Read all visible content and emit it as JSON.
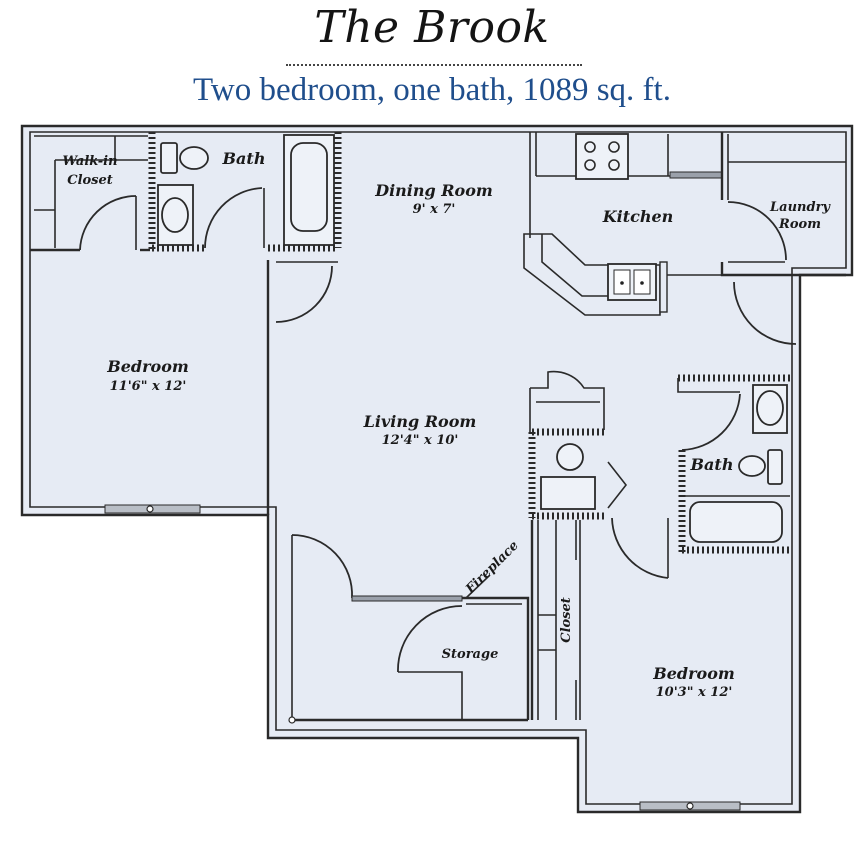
{
  "header": {
    "title": "The Brook",
    "subtitle": "Two bedroom, one bath, 1089 sq. ft."
  },
  "colors": {
    "floor_fill": "#e6ebf4",
    "wall": "#2a2a2a",
    "subtitle_blue": "#1f4e8c",
    "title_black": "#141414"
  },
  "rooms": {
    "walkin_closet": {
      "line1": "Walk-in",
      "line2": "Closet"
    },
    "bath_top": {
      "label": "Bath"
    },
    "dining": {
      "label": "Dining Room",
      "dims": "9' x 7'"
    },
    "kitchen": {
      "label": "Kitchen"
    },
    "laundry": {
      "line1": "Laundry",
      "line2": "Room"
    },
    "bedroom_left": {
      "label": "Bedroom",
      "dims": "11'6\" x 12'"
    },
    "living": {
      "label": "Living Room",
      "dims": "12'4\" x 10'"
    },
    "bath_right": {
      "label": "Bath"
    },
    "fireplace": {
      "label": "Fireplace"
    },
    "storage": {
      "label": "Storage"
    },
    "closet": {
      "label": "Closet"
    },
    "bedroom_right": {
      "label": "Bedroom",
      "dims": "10'3\" x 12'"
    }
  }
}
